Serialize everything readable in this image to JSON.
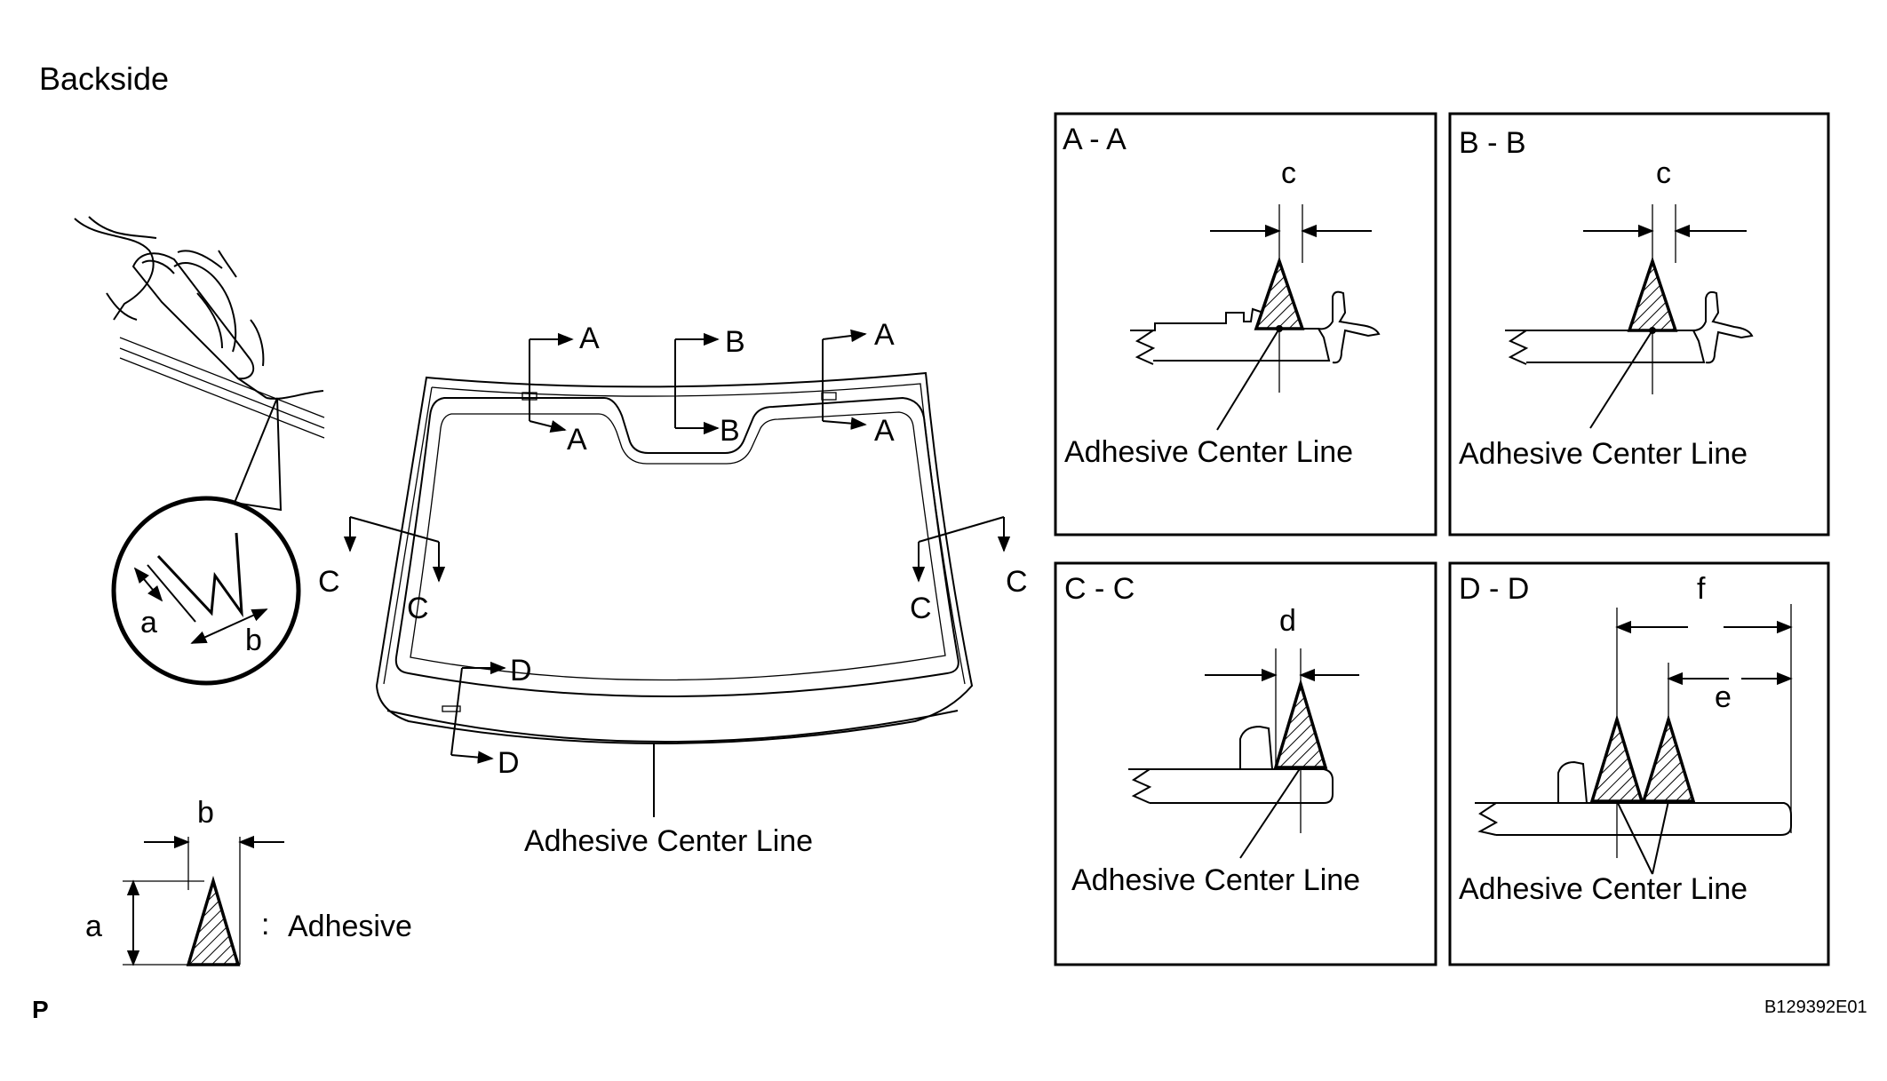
{
  "header": {
    "title": "Backside"
  },
  "footer": {
    "page_mark": "P",
    "figure_code": "B129392E01"
  },
  "windshield": {
    "section_markers": [
      "A",
      "B",
      "A",
      "A",
      "B",
      "A",
      "C",
      "C",
      "C",
      "C",
      "D",
      "D"
    ],
    "center_line_label": "Adhesive Center Line"
  },
  "zoom_detail": {
    "dim_a": "a",
    "dim_b": "b"
  },
  "legend": {
    "dim_a": "a",
    "dim_b": "b",
    "separator": ":",
    "label": "Adhesive"
  },
  "sections": [
    {
      "title": "A - A",
      "dims": [
        "c"
      ],
      "label": "Adhesive Center Line"
    },
    {
      "title": "B - B",
      "dims": [
        "c"
      ],
      "label": "Adhesive Center Line"
    },
    {
      "title": "C - C",
      "dims": [
        "d"
      ],
      "label": "Adhesive Center Line"
    },
    {
      "title": "D - D",
      "dims": [
        "f",
        "e"
      ],
      "label": "Adhesive Center Line"
    }
  ],
  "colors": {
    "ink": "#000000",
    "background": "#ffffff"
  },
  "icons": [
    "arrow-marker-icon",
    "adhesive-bead-icon",
    "glue-gun-hand-icon",
    "break-line-icon"
  ]
}
